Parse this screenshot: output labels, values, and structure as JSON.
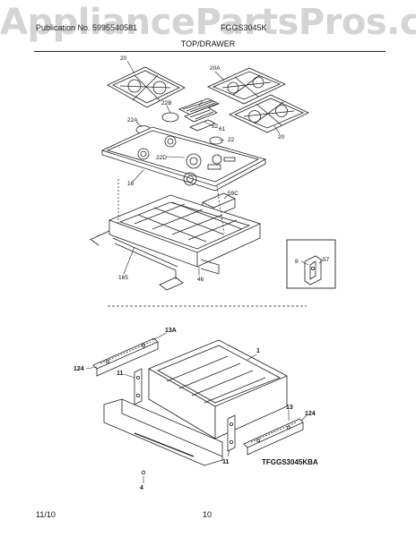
{
  "watermark": "AppliancePartsPros.com",
  "header": {
    "publication": "Publication No. 5995540581",
    "model": "FGGS3045K"
  },
  "section_title": "TOP/DRAWER",
  "callouts": {
    "grate_left": "20",
    "grate_right_top": "20A",
    "grate_right_bottom": "20",
    "griddle": "52",
    "cover_61": "61",
    "cap_22b": "22B",
    "cap_22a": "22A",
    "cap_22": "22",
    "cap_22d": "22D",
    "cooktop": "16",
    "block": "59C",
    "frame": "165",
    "bracket": "46",
    "inset_8": "8",
    "inset_57": "57",
    "rail_left_13a": "13A",
    "rail_left_124": "124",
    "slide_left_11": "11",
    "drawer_1": "1",
    "rail_right_13": "13",
    "rail_right_124": "124",
    "slide_right_11": "11",
    "panel_screw_4": "4"
  },
  "catalog_code": "TFGGS3045KBA",
  "footer": {
    "date": "11/10",
    "page": "10"
  }
}
